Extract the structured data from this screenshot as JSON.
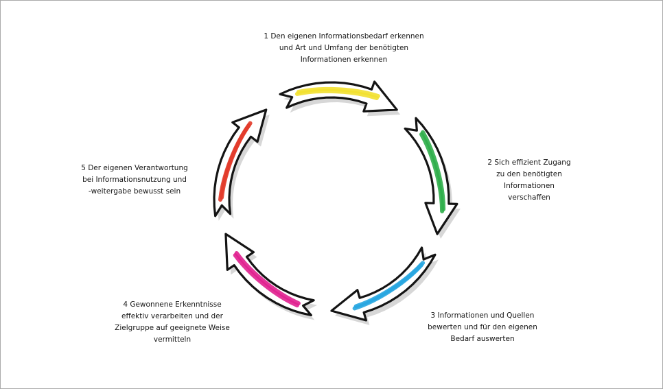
{
  "steps": [
    {
      "lines": [
        "1 Den eigenen Informationsbedarf erkennen",
        "und Art und Umfang der benötigten",
        "Informationen erkennen"
      ],
      "color": "#f2e030"
    },
    {
      "lines": [
        "2 Sich effizient Zugang",
        "zu den benötigten",
        "Informationen",
        "verschaffen"
      ],
      "color": "#2fae4a"
    },
    {
      "lines": [
        "3 Informationen und Quellen",
        "bewerten und für den eigenen",
        "Bedarf auswerten"
      ],
      "color": "#27a6e0"
    },
    {
      "lines": [
        "4 Gewonnene Erkenntnisse",
        "effektiv verarbeiten und der",
        "Zielgruppe auf geeignete Weise",
        "vermitteln"
      ],
      "color": "#e0208f"
    },
    {
      "lines": [
        "5 Der eigenen Verantwortung",
        "bei Informationsnutzung und",
        "-weitergabe bewusst sein"
      ],
      "color": "#e23b2a"
    }
  ]
}
